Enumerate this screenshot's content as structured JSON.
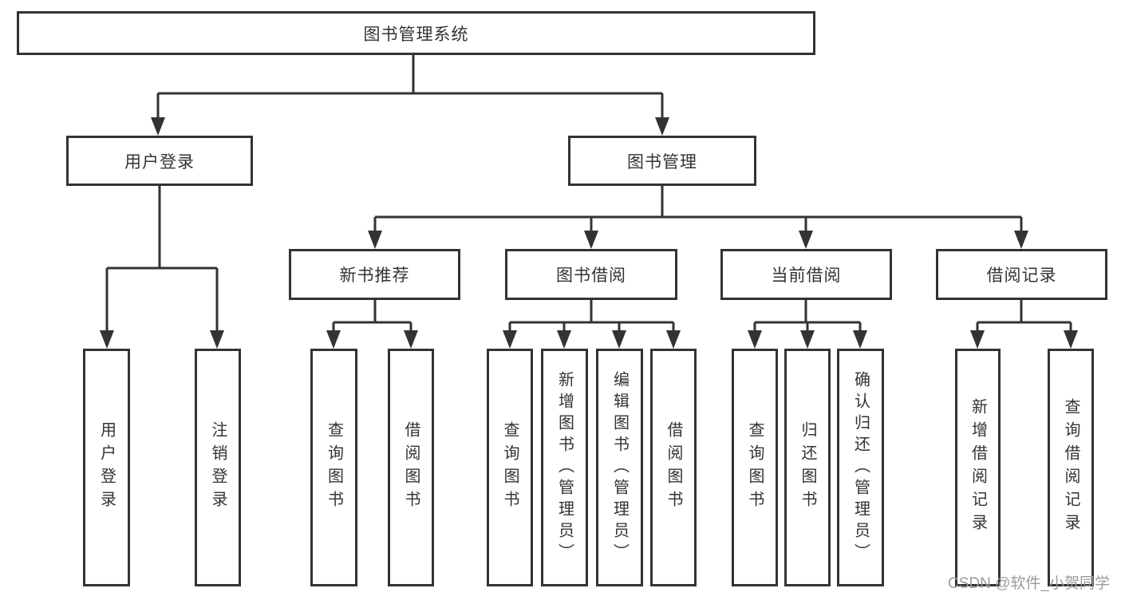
{
  "diagram": {
    "title_node": "图书管理系统",
    "level2": [
      "用户登录",
      "图书管理"
    ],
    "level3": [
      "新书推荐",
      "图书借阅",
      "当前借阅",
      "借阅记录"
    ],
    "leaves": [
      "用户登录",
      "注销登录",
      "查询图书",
      "借阅图书",
      "查询图书",
      "新增图书（管理员）",
      "编辑图书（管理员）",
      "借阅图书",
      "查询图书",
      "归还图书",
      "确认归还（管理员）",
      "新增借阅记录",
      "查询借阅记录"
    ],
    "hierarchy": {
      "图书管理系统": [
        "用户登录",
        "图书管理"
      ],
      "用户登录": [
        "用户登录",
        "注销登录"
      ],
      "图书管理": [
        "新书推荐",
        "图书借阅",
        "当前借阅",
        "借阅记录"
      ],
      "新书推荐": [
        "查询图书",
        "借阅图书"
      ],
      "图书借阅": [
        "查询图书",
        "新增图书（管理员）",
        "编辑图书（管理员）",
        "借阅图书"
      ],
      "当前借阅": [
        "查询图书",
        "归还图书",
        "确认归还（管理员）"
      ],
      "借阅记录": [
        "新增借阅记录",
        "查询借阅记录"
      ]
    },
    "colors": {
      "line": "#333333",
      "box_border": "#333333",
      "text": "#333333",
      "background": "#ffffff",
      "watermark_text_color": "#9b9b9b"
    }
  },
  "watermark": "CSDN @软件_小贺同学"
}
